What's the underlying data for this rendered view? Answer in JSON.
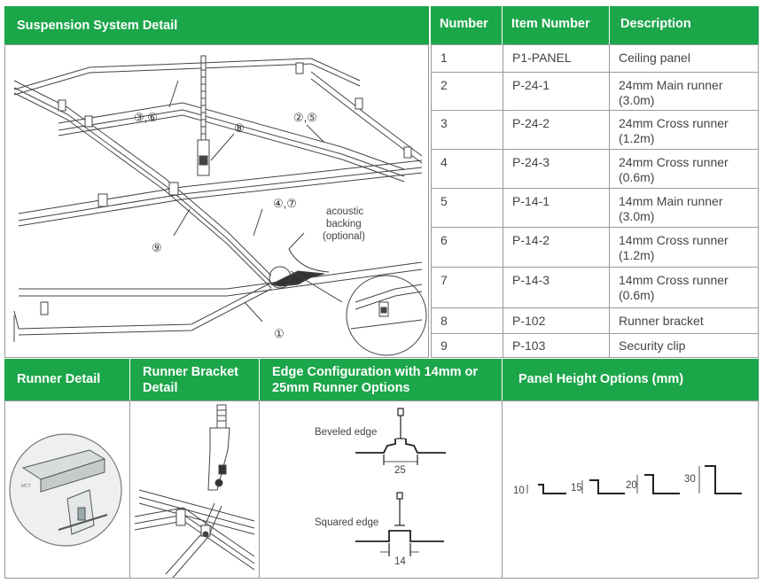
{
  "suspension": {
    "title": "Suspension System Detail",
    "callouts": [
      "③,⑥",
      "②,⑤",
      "⑧",
      "④,⑦",
      "⑨",
      "①"
    ],
    "acoustic_label": [
      "acoustic",
      "backing",
      "(optional)"
    ]
  },
  "table": {
    "headers": {
      "number": "Number",
      "item": "Item Number",
      "description": "Description"
    },
    "rows": [
      {
        "number": "1",
        "item": "P1-PANEL",
        "description": "Ceiling panel"
      },
      {
        "number": "2",
        "item": "P-24-1",
        "description": "24mm Main runner (3.0m)"
      },
      {
        "number": "3",
        "item": "P-24-2",
        "description": "24mm Cross runner (1.2m)"
      },
      {
        "number": "4",
        "item": "P-24-3",
        "description": "24mm Cross runner (0.6m)"
      },
      {
        "number": "5",
        "item": "P-14-1",
        "description": "14mm Main runner (3.0m)"
      },
      {
        "number": "6",
        "item": "P-14-2",
        "description": "14mm Cross runner (1.2m)"
      },
      {
        "number": "7",
        "item": "P-14-3",
        "description": "14mm Cross runner (0.6m)"
      },
      {
        "number": "8",
        "item": "P-102",
        "description": "Runner bracket"
      },
      {
        "number": "9",
        "item": "P-103",
        "description": "Security clip"
      }
    ]
  },
  "runner_detail": {
    "title": "Runner Detail"
  },
  "bracket_detail": {
    "title": "Runner Bracket Detail"
  },
  "edge_config": {
    "title": "Edge Configuration with 14mm or 25mm Runner Options",
    "beveled_label": "Beveled edge",
    "beveled_dim": "25",
    "squared_label": "Squared edge",
    "squared_dim": "14"
  },
  "panel_height": {
    "title": "Panel Height Options (mm)",
    "options": [
      "10",
      "15",
      "20",
      "30"
    ]
  },
  "colors": {
    "header_green": "#1ca64a",
    "border": "#9a9a9a"
  }
}
